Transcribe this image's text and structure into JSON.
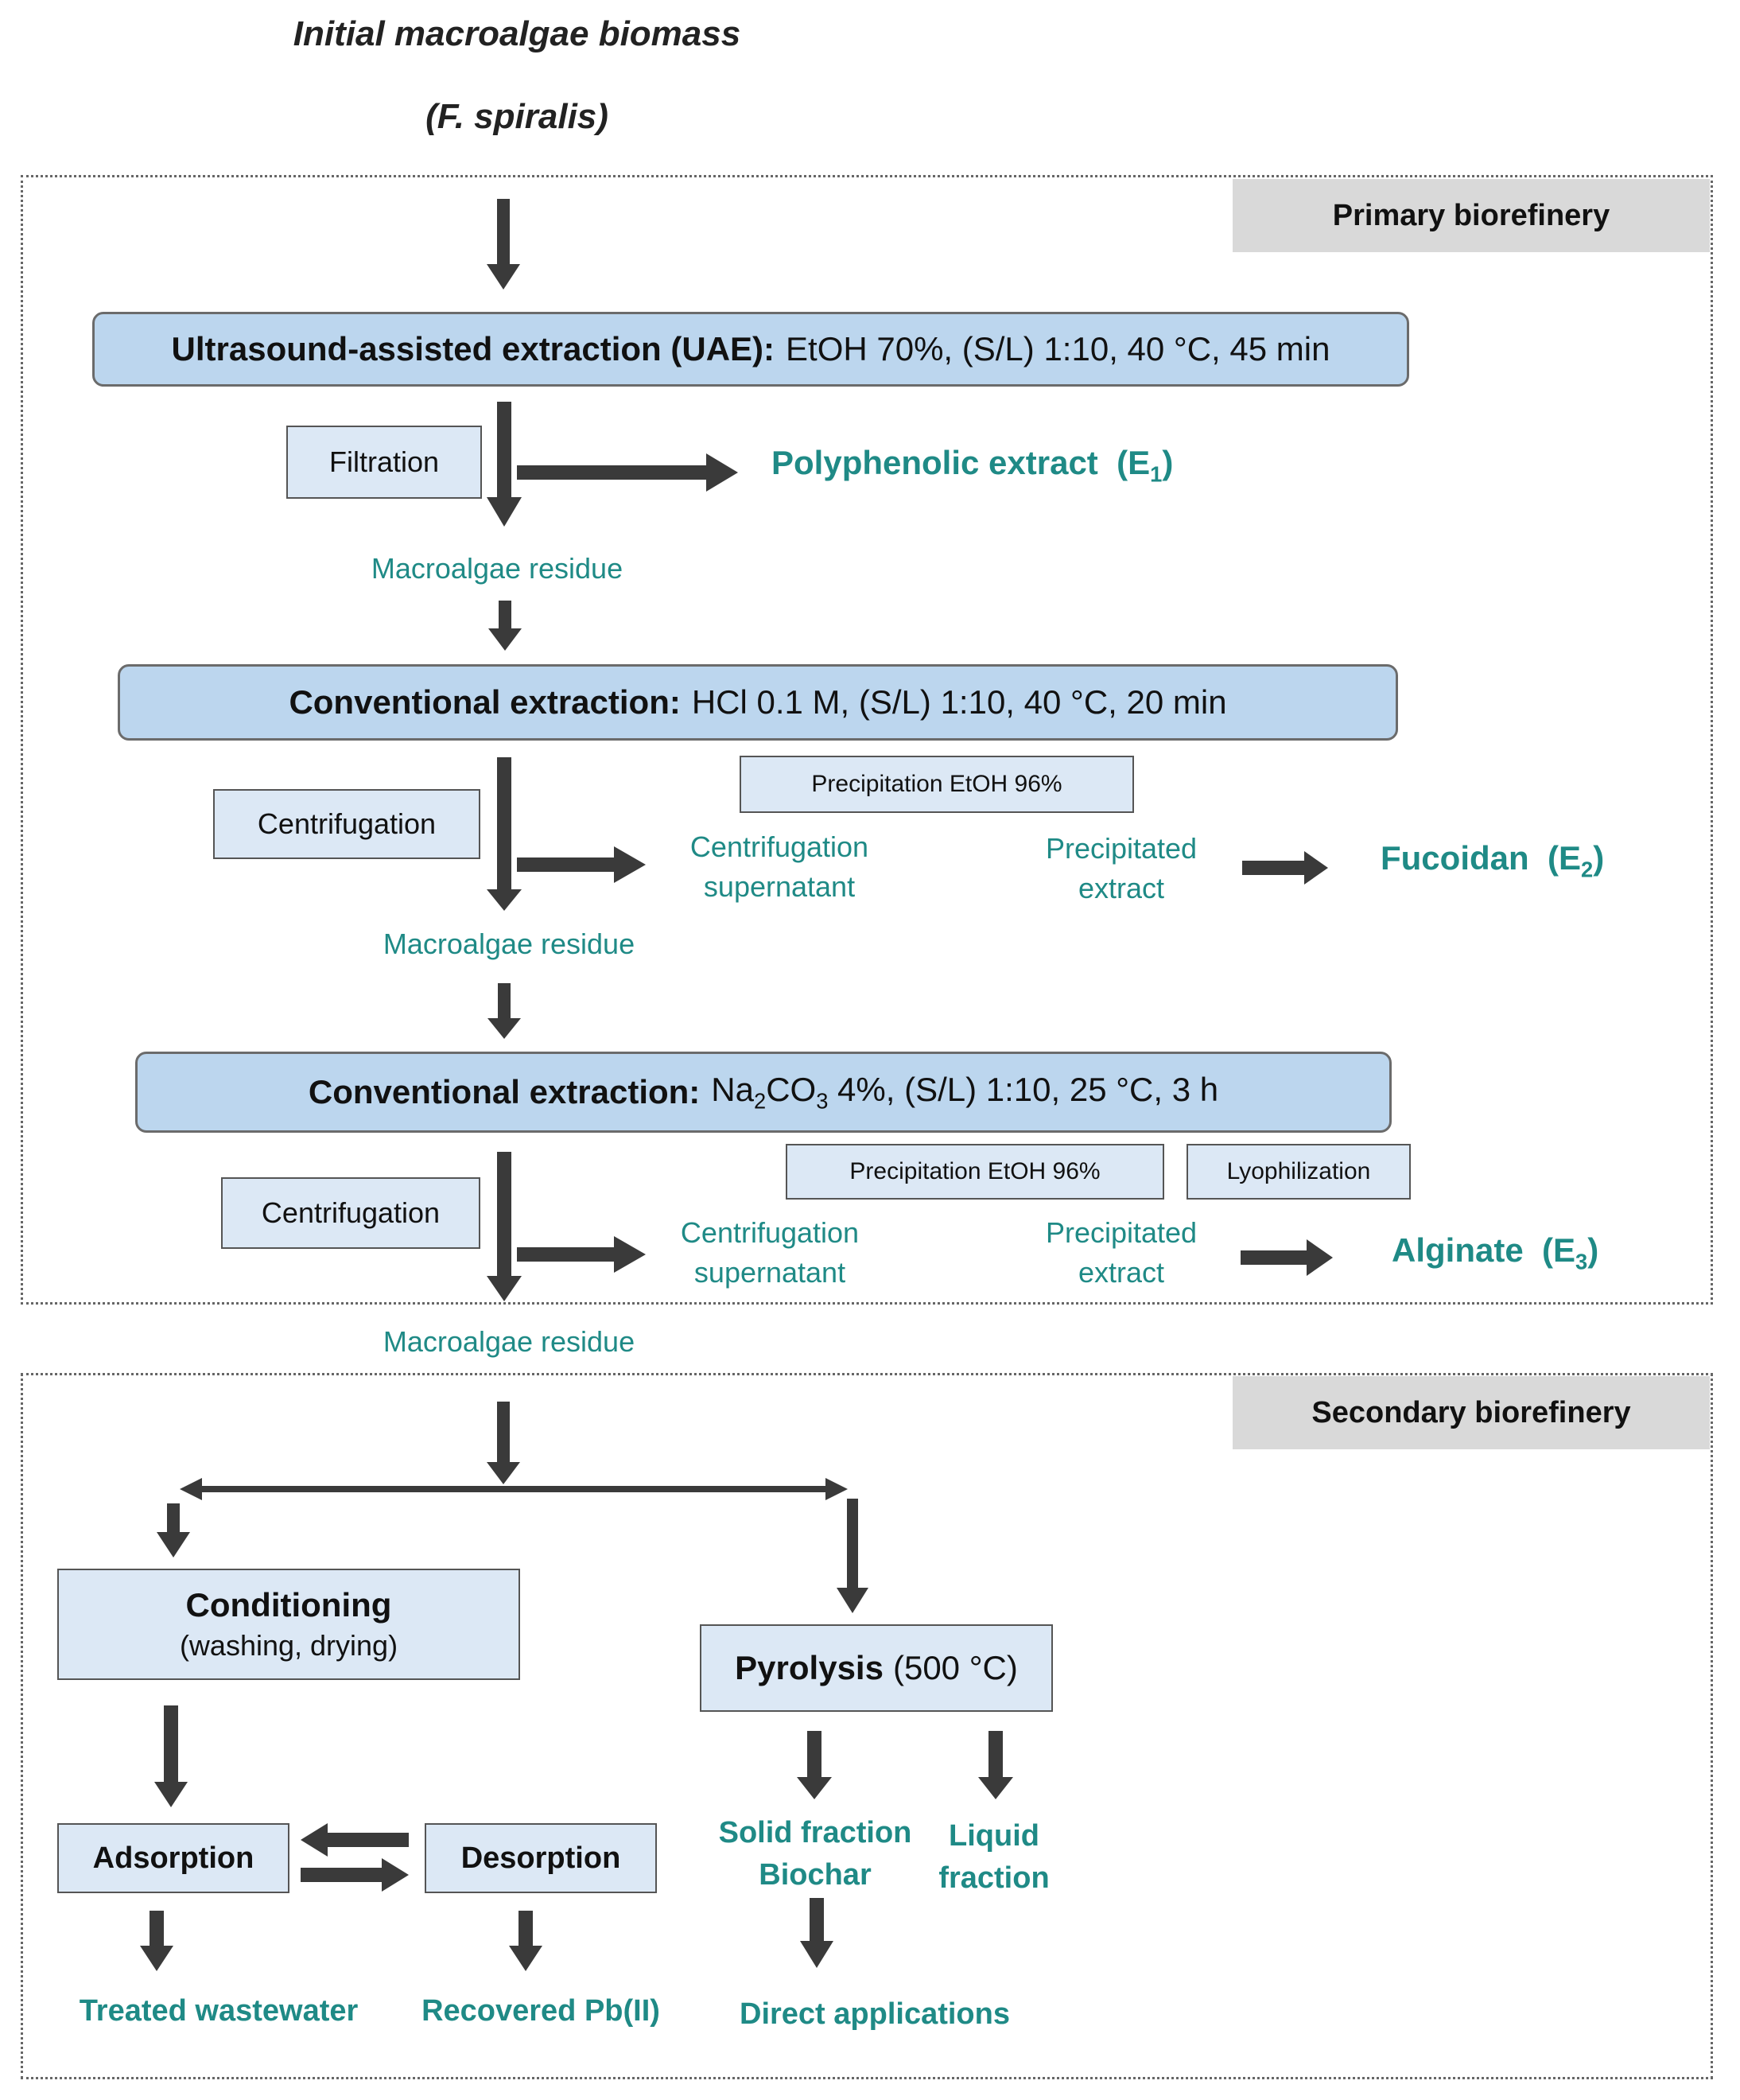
{
  "header": {
    "title_line1": "Initial macroalgae biomass",
    "title_line2": "(F. spiralis)"
  },
  "primary": {
    "tag": "Primary biorefinery",
    "uae": {
      "bold": "Ultrasound-assisted extraction (UAE):",
      "detail": "EtOH 70%, (S/L) 1:10, 40 °C, 45 min"
    },
    "filtration": "Filtration",
    "polyphenolic_name": "Polyphenolic extract",
    "polyphenolic_code": "(E",
    "polyphenolic_sub": "1",
    "residue1": "Macroalgae residue",
    "conv1": {
      "bold": "Conventional extraction:",
      "detail": "HCl 0.1 M, (S/L) 1:10, 40 °C, 20 min"
    },
    "precip1": "Precipitation EtOH  96%",
    "centrifugation1": "Centrifugation",
    "supernatant1_l1": "Centrifugation",
    "supernatant1_l2": "supernatant",
    "precipitated1_l1": "Precipitated",
    "precipitated1_l2": "extract",
    "fucoidan_name": "Fucoidan",
    "fucoidan_code": "(E",
    "fucoidan_sub": "2",
    "residue2": "Macroalgae residue",
    "conv2": {
      "bold": "Conventional extraction:",
      "detail_pre": "Na",
      "detail_sub1": "2",
      "detail_mid": "CO",
      "detail_sub2": "3",
      "detail_post": " 4%, (S/L) 1:10, 25 °C, 3 h"
    },
    "precip2": "Precipitation EtOH 96%",
    "lyophilization": "Lyophilization",
    "centrifugation2": "Centrifugation",
    "supernatant2_l1": "Centrifugation",
    "supernatant2_l2": "supernatant",
    "precipitated2_l1": "Precipitated",
    "precipitated2_l2": "extract",
    "alginate_name": "Alginate",
    "alginate_code": "(E",
    "alginate_sub": "3"
  },
  "residue3": "Macroalgae residue",
  "secondary": {
    "tag": "Secondary biorefinery",
    "conditioning_title": "Conditioning",
    "conditioning_sub": "(washing, drying)",
    "pyrolysis_bold": "Pyrolysis",
    "pyrolysis_detail": "(500 °C)",
    "adsorption": "Adsorption",
    "desorption": "Desorption",
    "solid_l1": "Solid fraction",
    "solid_l2": "Biochar",
    "liquid_l1": "Liquid",
    "liquid_l2": "fraction",
    "treated": "Treated wastewater",
    "recovered": "Recovered Pb(II)",
    "direct": "Direct applications"
  },
  "colors": {
    "teal": "#1f8a86",
    "step_fill": "#bcd6ee",
    "op_fill": "#dce8f5",
    "tag_fill": "#d9d9d9",
    "arrow": "#3a3a3a"
  }
}
